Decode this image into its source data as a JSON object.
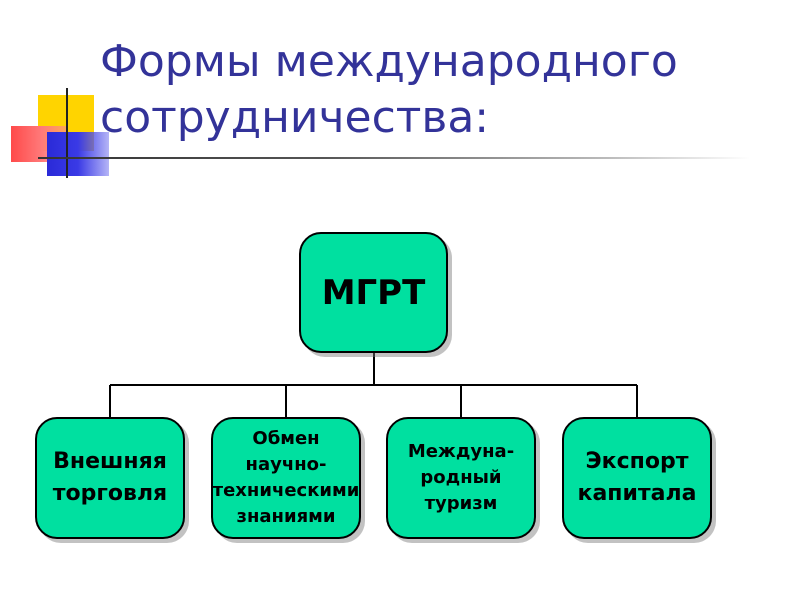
{
  "slide": {
    "title": "Формы международного\nсотрудничества:"
  },
  "diagram": {
    "root": {
      "label": "МГРТ"
    },
    "children": [
      {
        "label": "Внешняя\nторговля"
      },
      {
        "label": "Обмен\nнаучно-\nтехническими\nзнаниями"
      },
      {
        "label": "Междуна-\nродный\nтуризм"
      },
      {
        "label": "Экспорт\nкапитала"
      }
    ]
  },
  "colors": {
    "title": "#333399",
    "node_fill": "#00e0a0",
    "decor_yellow": "#ffd400",
    "decor_red": "#ff4a4a",
    "decor_blue": "#2a2ad8"
  }
}
